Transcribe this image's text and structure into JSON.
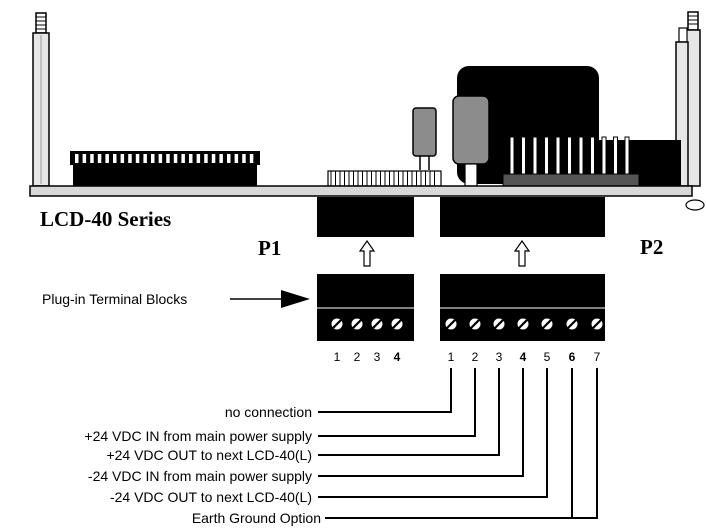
{
  "board": {
    "series_label": "LCD-40 Series",
    "connector_p1_label": "P1",
    "connector_p2_label": "P2"
  },
  "callout": {
    "terminal_blocks_label": "Plug-in Terminal Blocks"
  },
  "p1_pins": [
    "1",
    "2",
    "3",
    "4"
  ],
  "p2_pins": [
    "1",
    "2",
    "3",
    "4",
    "5",
    "6",
    "7"
  ],
  "wiring": [
    {
      "label": "no connection",
      "pins": [
        "1"
      ]
    },
    {
      "label": "+24 VDC IN from main power supply",
      "pins": [
        "2"
      ]
    },
    {
      "label": "+24 VDC OUT to next LCD-40(L)",
      "pins": [
        "3"
      ]
    },
    {
      "label": "-24 VDC IN from main power supply",
      "pins": [
        "4"
      ]
    },
    {
      "label": "-24 VDC OUT to next LCD-40(L)",
      "pins": [
        "5"
      ]
    },
    {
      "label": "Earth Ground Option",
      "pins": [
        "6",
        "7"
      ]
    }
  ],
  "colors": {
    "black": "#000000",
    "board_gray": "#d8d8d8",
    "capacitor_gray": "#8c8c8c",
    "header_dark": "#555555"
  }
}
